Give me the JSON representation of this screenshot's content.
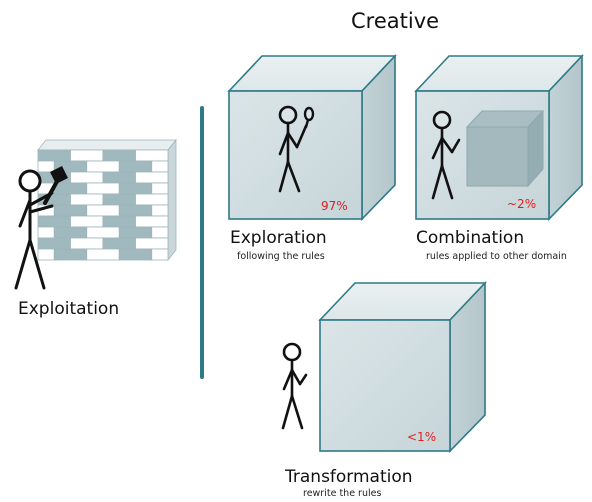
{
  "title": "Creative",
  "exploitation": {
    "label": "Exploitation"
  },
  "cubes": [
    {
      "label": "Exploration",
      "sublabel": "following the rules",
      "percent": "97%"
    },
    {
      "label": "Combination",
      "sublabel": "rules applied to other domain",
      "percent": "~2%"
    },
    {
      "label": "Transformation",
      "sublabel": "rewrite the rules",
      "percent": "<1%"
    }
  ],
  "colors": {
    "cube_front": "#d2dee1",
    "cube_side": "#c3d2d6",
    "cube_top": "#e1eaec",
    "cube_edge": "#2e7a86",
    "divider": "#2e7a86",
    "percent": "#e02020",
    "wall_dark": "#9fb9bf"
  },
  "icons": [
    "stick-figure-icon",
    "hammer-icon",
    "brick-wall-icon",
    "small-cube-icon",
    "magnifier-icon"
  ]
}
